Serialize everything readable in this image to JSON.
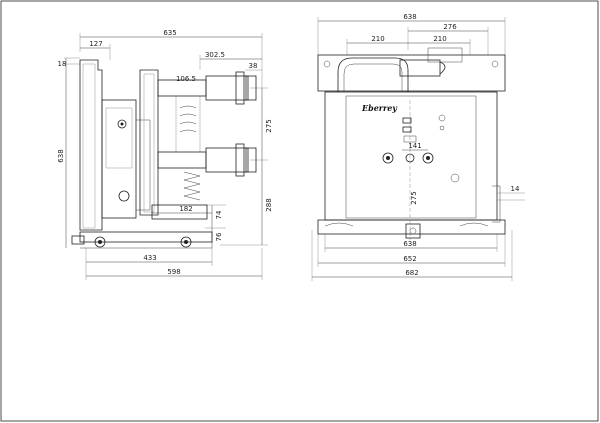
{
  "drawing": {
    "side_view": {
      "dims": {
        "overall_depth": "635",
        "top_offset": "127",
        "arm_span": "302.5",
        "small_a": "106.5",
        "small_b": "38",
        "left_small": "18",
        "height": "638",
        "phase_spacing": "275",
        "lower_height": "288",
        "base_width": "182",
        "h74": "74",
        "h76": "76",
        "w433": "433",
        "w598": "598"
      }
    },
    "front_view": {
      "logo": "Eberrey",
      "dims": {
        "top_width": "638",
        "right_span": "276",
        "pitch_left": "210",
        "pitch_right": "210",
        "center_gap": "141",
        "center_vertical": "275",
        "side_small": "14",
        "bottom_638": "638",
        "bottom_652": "652",
        "bottom_682": "682"
      }
    }
  }
}
